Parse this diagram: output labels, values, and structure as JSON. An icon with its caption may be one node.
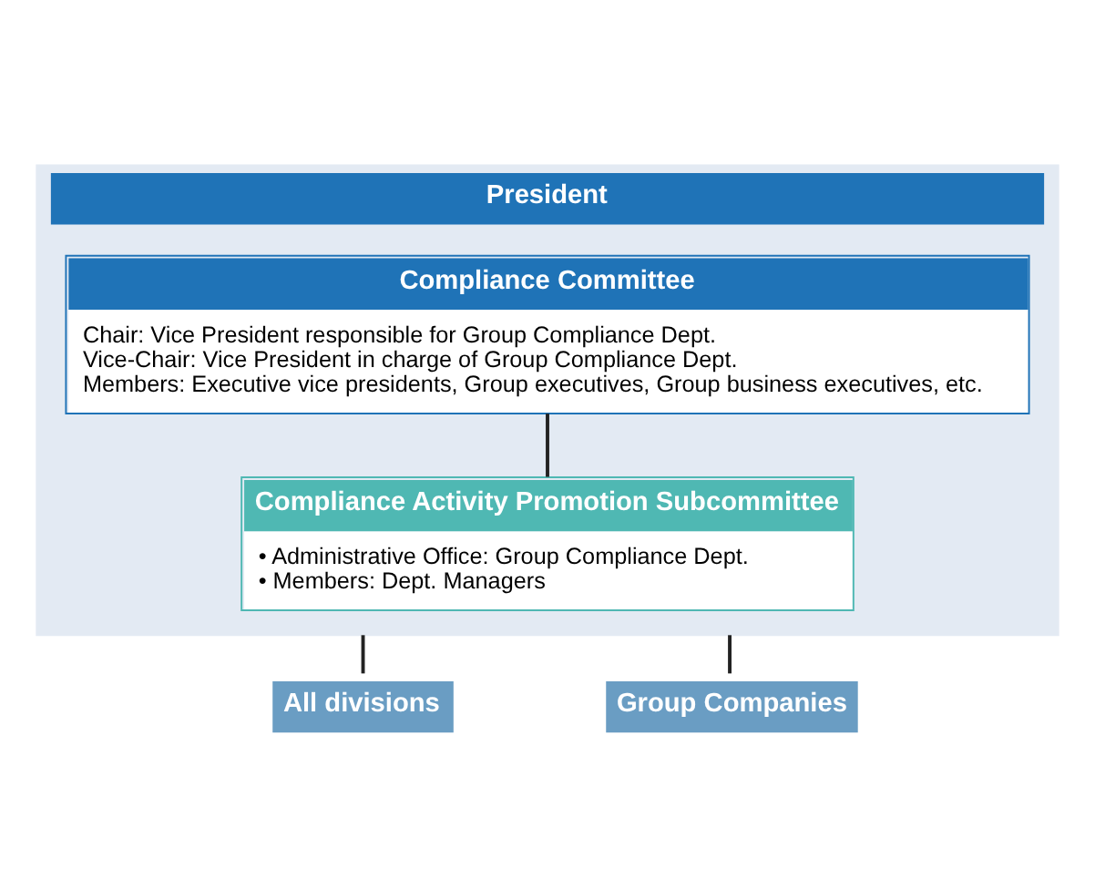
{
  "diagram": {
    "nodes": [
      {
        "text": [
          "President"
        ]
      },
      {
        "text": [
          "Compliance Committee",
          "Chair: Vice President responsible for Group Compliance Dept.",
          "Vice-Chair: Vice President in charge of Group Compliance Dept.",
          "Members: Executive vice presidents, Group executives, Group business executives, etc."
        ],
        "in": 0
      },
      {
        "text": [
          "Compliance Activity Promotion Subcommittee",
          "• Administrative Office: Group Compliance Dept.",
          "• Members: Dept. Managers"
        ],
        "in": 0
      },
      {
        "text": [
          "All divisions"
        ]
      },
      {
        "text": [
          "Group Companies"
        ]
      }
    ],
    "edges": [
      {
        "from": 1,
        "to": 2,
        "arrow": "none"
      },
      {
        "from": 0,
        "to": 3,
        "arrow": "none"
      },
      {
        "from": 0,
        "to": 4,
        "arrow": "none"
      }
    ]
  }
}
